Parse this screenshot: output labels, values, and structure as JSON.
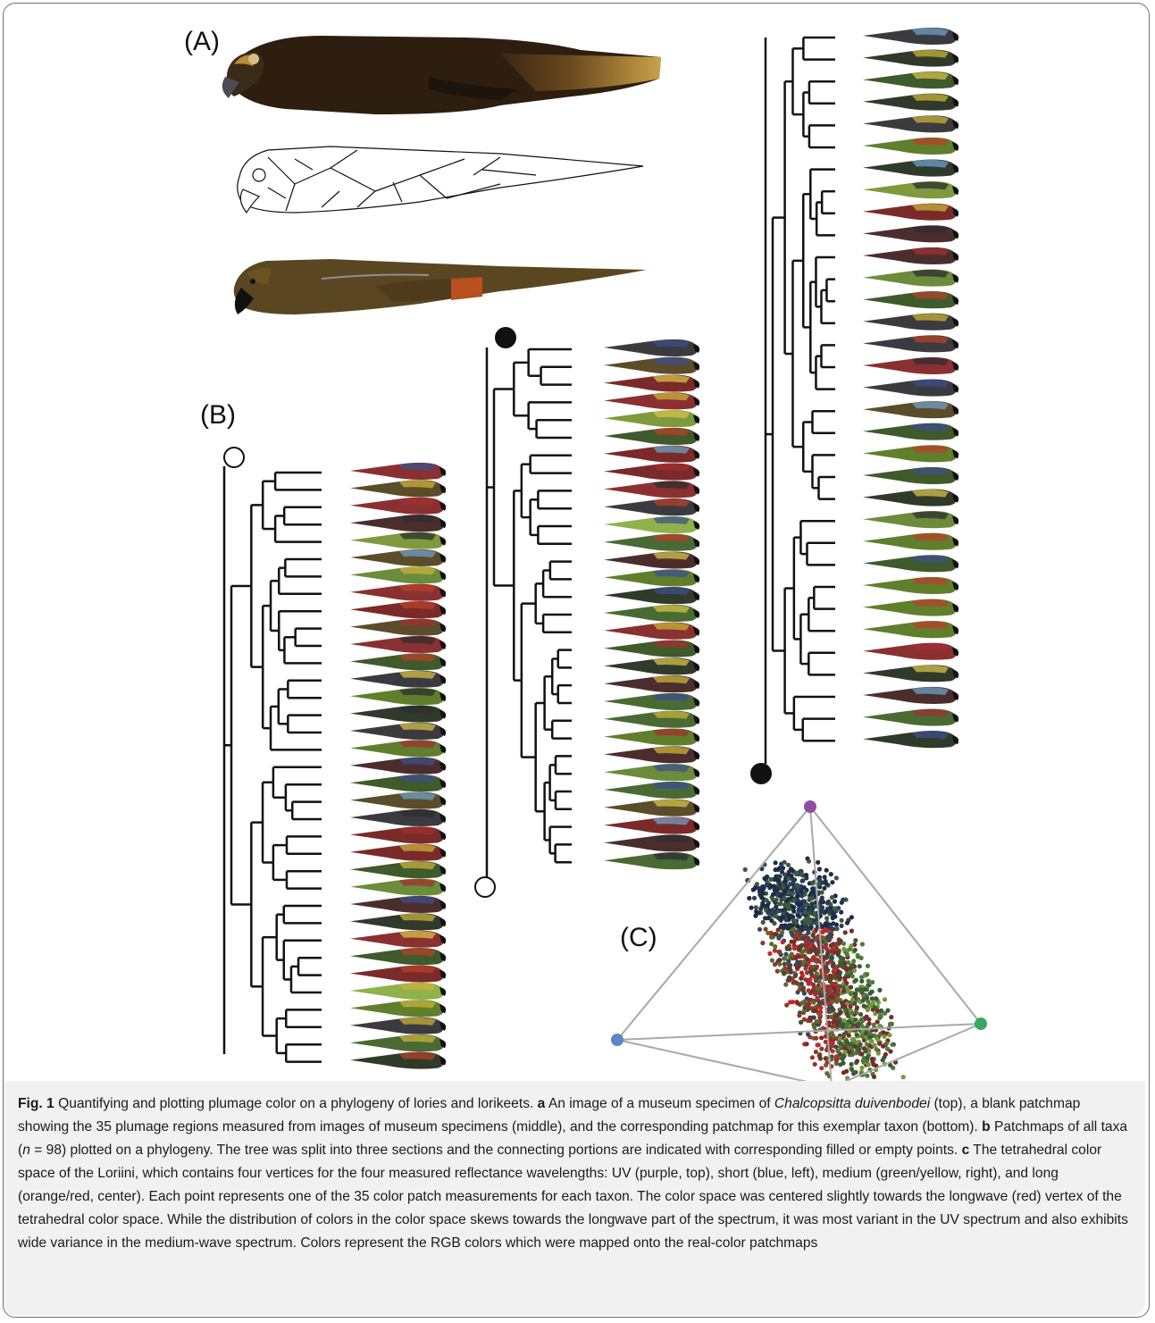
{
  "figure": {
    "panel_labels": {
      "a": "(A)",
      "b": "(B)",
      "c": "(C)"
    },
    "tree_sections": [
      {
        "tips": 35
      },
      {
        "tips": 30
      },
      {
        "tips": 33
      }
    ],
    "colorspace": {
      "vertices": [
        {
          "name": "UV",
          "color": "#8e4fa3"
        },
        {
          "name": "short",
          "color": "#5b86c8"
        },
        {
          "name": "medium",
          "color": "#3aa764"
        },
        {
          "name": "long",
          "color": "#e03a2e"
        }
      ]
    }
  },
  "caption": {
    "fig_label": "Fig. 1",
    "title": " Quantifying and plotting plumage color on a phylogeny of lories and lorikeets. ",
    "a_label": "a",
    "a_text_1": " An image of a museum specimen of ",
    "a_species": "Chalcopsitta duivenbodei",
    "a_text_2": " (top), a blank patchmap showing the 35 plumage regions measured from images of museum specimens (middle), and the corresponding patchmap for this exemplar taxon (bottom). ",
    "b_label": "b",
    "b_text_1": " Patchmaps of all taxa (",
    "b_n": "n",
    "b_text_2": " = 98) plotted on a phylogeny. The tree was split into three sections and the connecting portions are indicated with corresponding filled or empty points. ",
    "c_label": "c",
    "c_text": " The tetrahedral color space of the Loriini, which contains four vertices for the four measured reflectance wavelengths: UV (purple, top), short (blue, left), medium (green/yellow, right), and long (orange/red, center). Each point represents one of the 35 color patch measurements for each taxon. The color space was centered slightly towards the longwave (red) vertex of the tetrahedral color space. While the distribution of colors in the color space skews towards the longwave part of the spectrum, it was most variant in the UV spectrum and also exhibits wide variance in the medium-wave spectrum. Colors represent the RGB colors which were mapped onto the real-color patchmaps"
  }
}
